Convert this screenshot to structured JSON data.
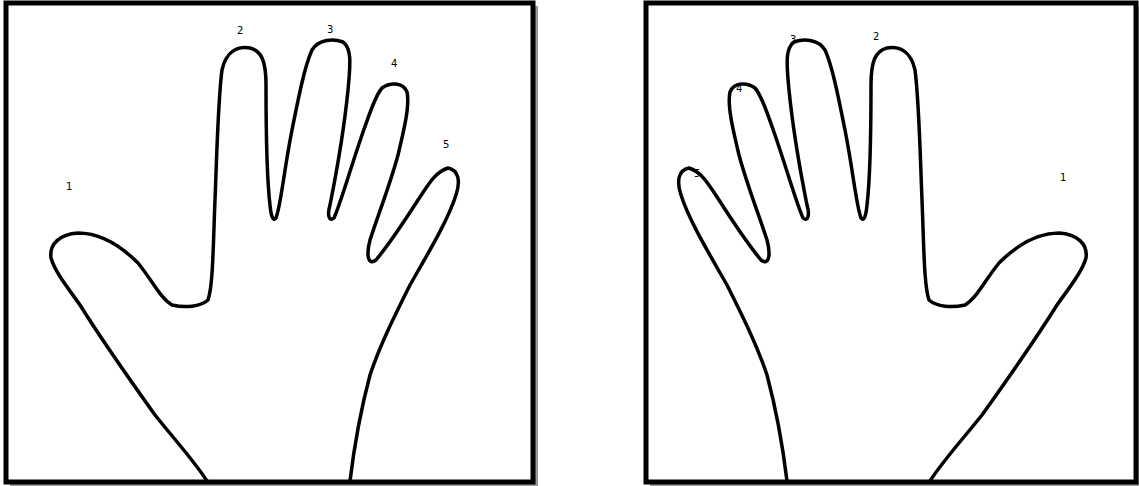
{
  "diagram": {
    "labels": [
      "1",
      "2",
      "3",
      "4",
      "5",
      "5",
      "4",
      "3",
      "2",
      "1"
    ]
  }
}
